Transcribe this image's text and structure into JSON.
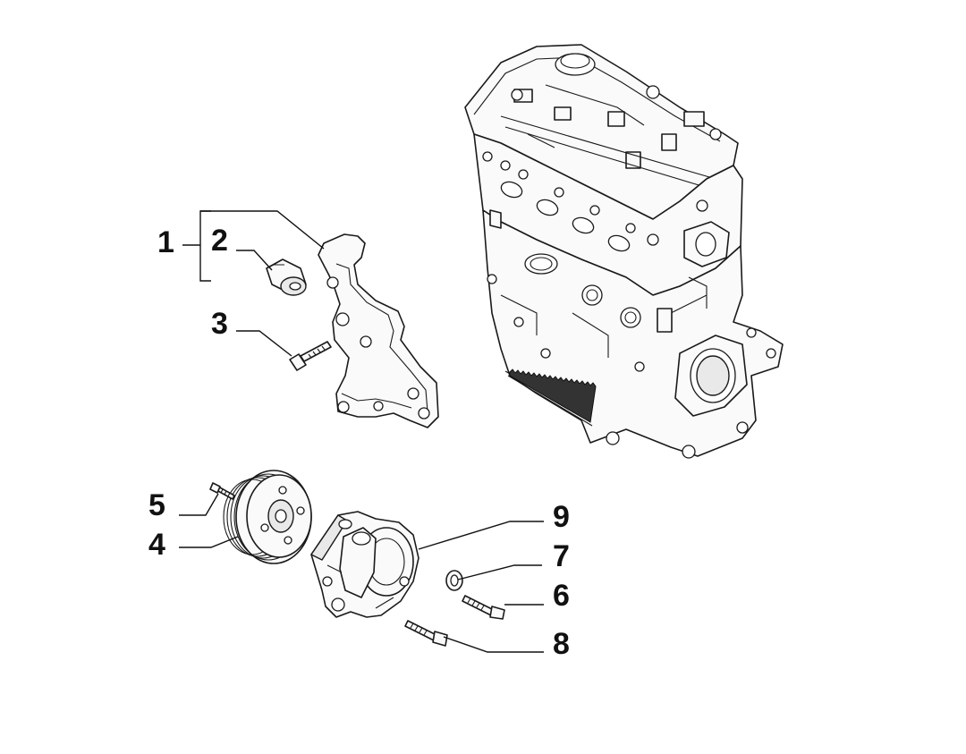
{
  "callouts": {
    "c1": "1",
    "c2": "2",
    "c3": "3",
    "c4": "4",
    "c5": "5",
    "c6": "6",
    "c7": "7",
    "c8": "8",
    "c9": "9"
  },
  "colors": {
    "line": "#111111",
    "background": "#ffffff",
    "part_fill": "#fafafa"
  }
}
